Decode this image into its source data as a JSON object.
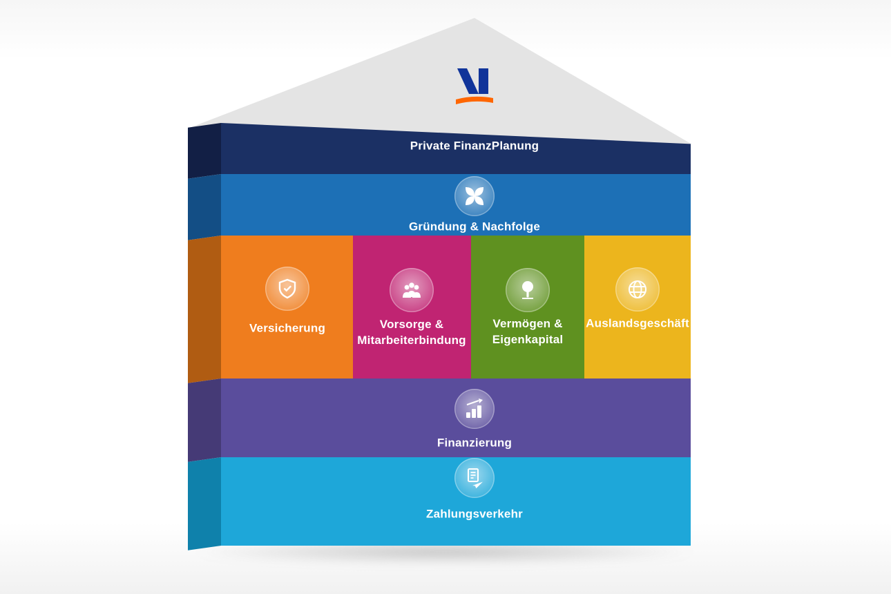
{
  "title": "Private FinanzPlanung Haus",
  "colors": {
    "background": "#ffffff",
    "text": "#ffffff"
  },
  "logo": {
    "name": "VR",
    "blue": "#10349a",
    "orange": "#ff6600"
  },
  "roof": {
    "color": "#e4e4e4"
  },
  "layers": {
    "private_finanzplanung": {
      "label": "Private FinanzPlanung",
      "color": "#1b3064",
      "side_color": "#121f45"
    },
    "gruendung_nachfolge": {
      "label": "Gründung & Nachfolge",
      "color": "#1d70b6",
      "side_color": "#134e85",
      "icon": "pinwheel-icon"
    },
    "middle_row": {
      "side_color": "#b05c12",
      "blocks": [
        {
          "label": "Versicherung",
          "color": "#ef7d1e",
          "icon": "insurance-shield-icon"
        },
        {
          "label": "Vorsorge & Mitarbeiterbindung",
          "line1": "Vorsorge &",
          "line2": "Mitarbeiterbindung",
          "color": "#c02472",
          "icon": "people-group-icon"
        },
        {
          "label": "Vermögen & Eigenkapital",
          "line1": "Vermögen &",
          "line2": "Eigenkapital",
          "color": "#5f9120",
          "icon": "tree-icon"
        },
        {
          "label": "Auslandsgeschäft",
          "color": "#ecb51d",
          "icon": "globe-icon"
        }
      ]
    },
    "finanzierung": {
      "label": "Finanzierung",
      "color": "#5a4d9c",
      "side_color": "#453a76",
      "icon": "growth-steps-icon"
    },
    "zahlungsverkehr": {
      "label": "Zahlungsverkehr",
      "color": "#1ea7d9",
      "side_color": "#0f81ab",
      "icon": "invoice-plane-icon"
    }
  }
}
